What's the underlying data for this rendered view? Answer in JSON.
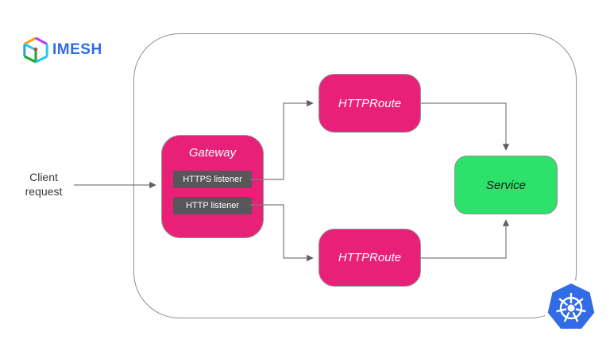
{
  "brand": {
    "name": "IMESH",
    "text_color": "#2F6BE5",
    "icon": "imesh-cube-icon"
  },
  "client": {
    "label": "Client request"
  },
  "cluster": {
    "border_color": "#8F8F8F"
  },
  "gateway": {
    "title": "Gateway",
    "fill": "#E82078",
    "listener_fill": "#57575A",
    "listeners": [
      {
        "label": "HTTPS listener"
      },
      {
        "label": "HTTP listener"
      }
    ]
  },
  "routes": [
    {
      "label": "HTTPRoute"
    },
    {
      "label": "HTTPRoute"
    }
  ],
  "service": {
    "label": "Service",
    "fill": "#2CE26B"
  },
  "kubernetes": {
    "icon": "kubernetes-helm-logo",
    "fill": "#326CE5"
  },
  "connectors": {
    "line_color": "#7C7C7C",
    "arrow_color": "#5F5F5F"
  }
}
